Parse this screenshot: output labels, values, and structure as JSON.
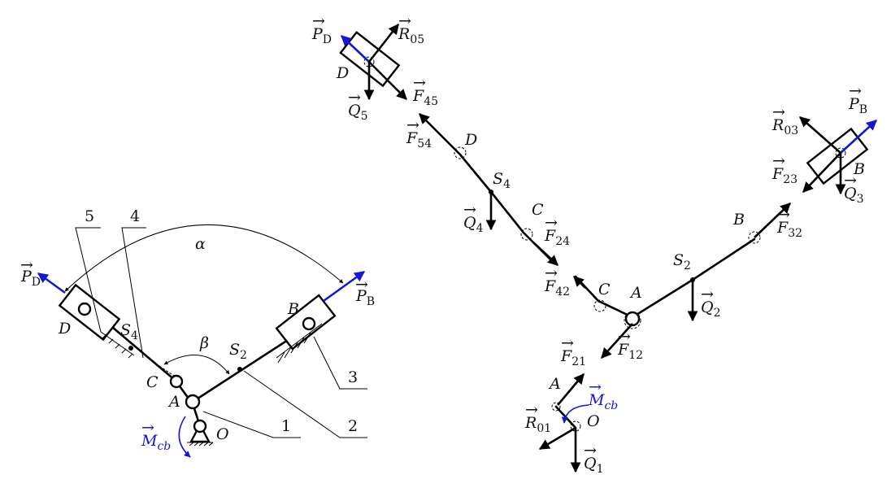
{
  "left_mechanism": {
    "labels": {
      "D": "D",
      "S4": "S",
      "S4_sub": "4",
      "C": "C",
      "A": "A",
      "O": "O",
      "S2": "S",
      "S2_sub": "2",
      "B": "B",
      "alpha": "α",
      "beta": "β",
      "PD": "P",
      "PD_sub": "D",
      "PB": "P",
      "PB_sub": "B",
      "Mcb": "M",
      "Mcb_sub": "cb"
    },
    "callouts": {
      "n1": "1",
      "n2": "2",
      "n3": "3",
      "n4": "4",
      "n5": "5"
    }
  },
  "right_diagram": {
    "labels": {
      "PD": "P",
      "PD_sub": "D",
      "R05": "R",
      "R05_sub": "05",
      "D_top": "D",
      "Q5": "Q",
      "Q5_sub": "5",
      "F45": "F",
      "F45_sub": "45",
      "F54": "F",
      "F54_sub": "54",
      "D_mid": "D",
      "S4": "S",
      "S4_sub": "4",
      "Q4": "Q",
      "Q4_sub": "4",
      "C_upper": "C",
      "F24": "F",
      "F24_sub": "24",
      "F42": "F",
      "F42_sub": "42",
      "C_lower": "C",
      "A_mid": "A",
      "S2": "S",
      "S2_sub": "2",
      "Q2": "Q",
      "Q2_sub": "2",
      "B_mid": "B",
      "F32": "F",
      "F32_sub": "32",
      "R03": "R",
      "R03_sub": "03",
      "PB": "P",
      "PB_sub": "B",
      "F23": "F",
      "F23_sub": "23",
      "B_right": "B",
      "Q3": "Q",
      "Q3_sub": "3",
      "F21": "F",
      "F21_sub": "21",
      "F12": "F",
      "F12_sub": "12",
      "A_low": "A",
      "Mcb": "M",
      "Mcb_sub": "cb",
      "R01": "R",
      "R01_sub": "01",
      "O": "O",
      "Q1": "Q",
      "Q1_sub": "1"
    }
  },
  "colors": {
    "ink": "#000000",
    "drive": "#1515d8"
  }
}
